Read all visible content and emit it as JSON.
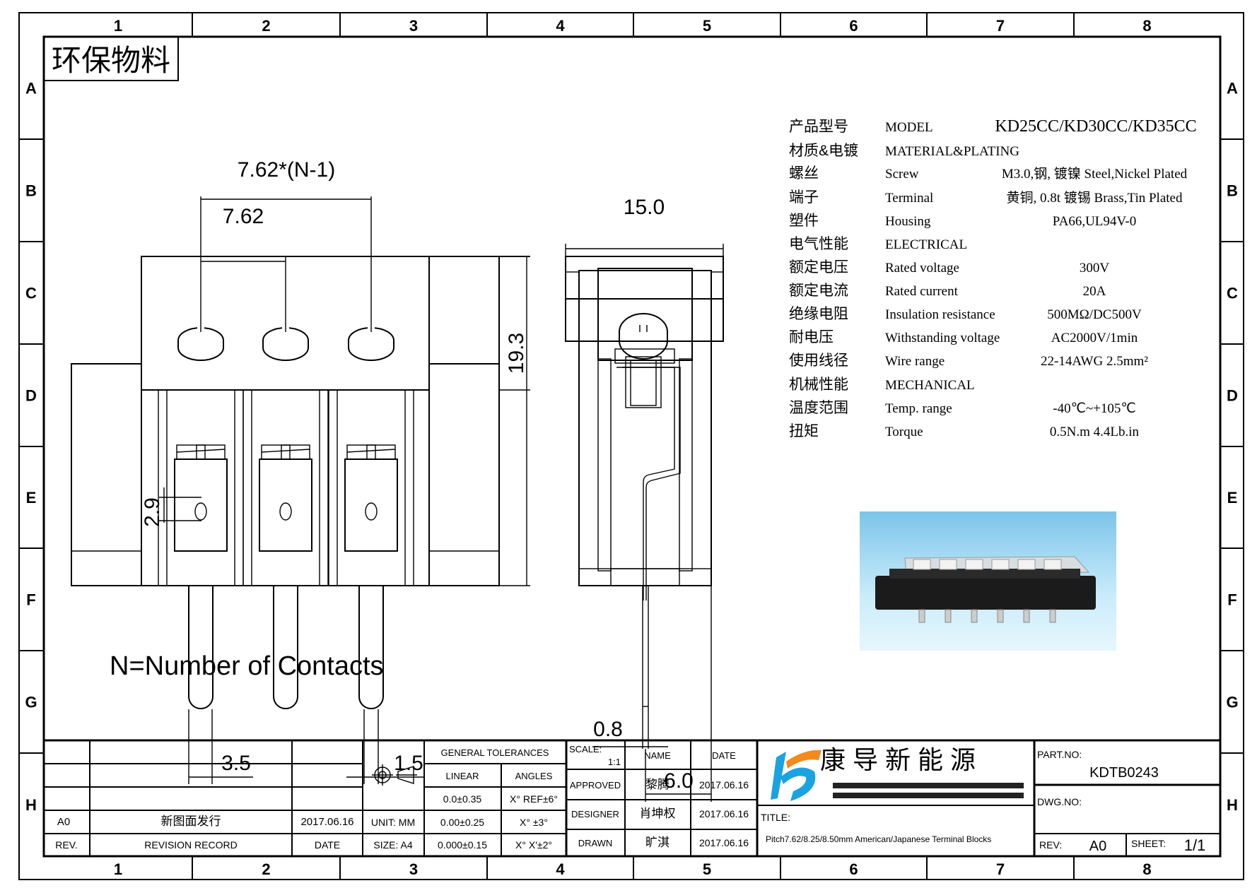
{
  "stamp": "环保物料",
  "grid": {
    "columns": [
      "1",
      "2",
      "3",
      "4",
      "5",
      "6",
      "7",
      "8"
    ],
    "rows": [
      "A",
      "B",
      "C",
      "D",
      "E",
      "F",
      "G",
      "H"
    ]
  },
  "dimensions": {
    "pitch_total": "7.62*(N-1)",
    "pitch": "7.62",
    "height": "19.3",
    "width": "15.0",
    "pin_hole": "2.9",
    "pin_width": "3.5",
    "pin_thickness": "1.5",
    "pin_tip": "0.8",
    "pin_offset": "6.0"
  },
  "note": "N=Number of Contacts",
  "specs": [
    {
      "cn": "产品型号",
      "en": "MODEL",
      "value": "KD25CC/KD30CC/KD35CC"
    },
    {
      "cn": "材质&电镀",
      "en": "MATERIAL&PLATING",
      "value": ""
    },
    {
      "cn": "螺丝",
      "en": "Screw",
      "value": "M3.0,钢, 镀镍 Steel,Nickel Plated"
    },
    {
      "cn": "端子",
      "en": "Terminal",
      "value": "黄铜, 0.8t 镀锡 Brass,Tin Plated"
    },
    {
      "cn": "塑件",
      "en": "Housing",
      "value": "PA66,UL94V-0"
    },
    {
      "cn": "电气性能",
      "en": "ELECTRICAL",
      "value": ""
    },
    {
      "cn": "额定电压",
      "en": "Rated voltage",
      "value": "300V"
    },
    {
      "cn": "额定电流",
      "en": "Rated current",
      "value": "20A"
    },
    {
      "cn": "绝缘电阻",
      "en": "Insulation resistance",
      "value": "500MΩ/DC500V"
    },
    {
      "cn": "耐电压",
      "en": "Withstanding voltage",
      "value": "AC2000V/1min"
    },
    {
      "cn": "使用线径",
      "en": "Wire range",
      "value": "22-14AWG 2.5mm²"
    },
    {
      "cn": "机械性能",
      "en": "MECHANICAL",
      "value": ""
    },
    {
      "cn": "温度范围",
      "en": "Temp. range",
      "value": "-40℃~+105℃"
    },
    {
      "cn": "扭矩",
      "en": "Torque",
      "value": "0.5N.m  4.4Lb.in"
    }
  ],
  "title_block": {
    "revision": {
      "rev": "A0",
      "record": "新图面发行",
      "date": "2017.06.16"
    },
    "revision_header": {
      "rev": "REV.",
      "record": "REVISION RECORD",
      "date": "DATE"
    },
    "unit": "UNIT: MM",
    "size": "SIZE: A4",
    "tolerances": {
      "header": "GENERAL TOLERANCES",
      "linear_label": "LINEAR",
      "angles_label": "ANGLES",
      "linear": [
        "0.0±0.35",
        "0.00±0.25",
        "0.000±0.15"
      ],
      "angles": [
        "X° REF±6°",
        "X° ±3°",
        "X° X'±2°"
      ]
    },
    "scale_label": "SCALE:",
    "scale": "1:1",
    "name_header": "NAME",
    "date_header": "DATE",
    "approvals": [
      {
        "role": "APPROVED",
        "name": "黎腾",
        "date": "2017.06.16"
      },
      {
        "role": "DESIGNER",
        "name": "肖坤权",
        "date": "2017.06.16"
      },
      {
        "role": "DRAWN",
        "name": "旷淇",
        "date": "2017.06.16"
      }
    ],
    "company": "康 导 新 能 源",
    "title_label": "TITLE:",
    "title": "Pitch7.62/8.25/8.50mm American/Japanese Terminal Blocks",
    "part_no_label": "PART.NO:",
    "part_no": "KDTB0243",
    "dwg_no_label": "DWG.NO:",
    "rev_label": "REV:",
    "rev": "A0",
    "sheet_label": "SHEET:",
    "sheet": "1/1"
  },
  "colors": {
    "logo_blue": "#1aa3e0",
    "logo_orange": "#f28a1c",
    "photo_bg": "#bfe6f7"
  }
}
